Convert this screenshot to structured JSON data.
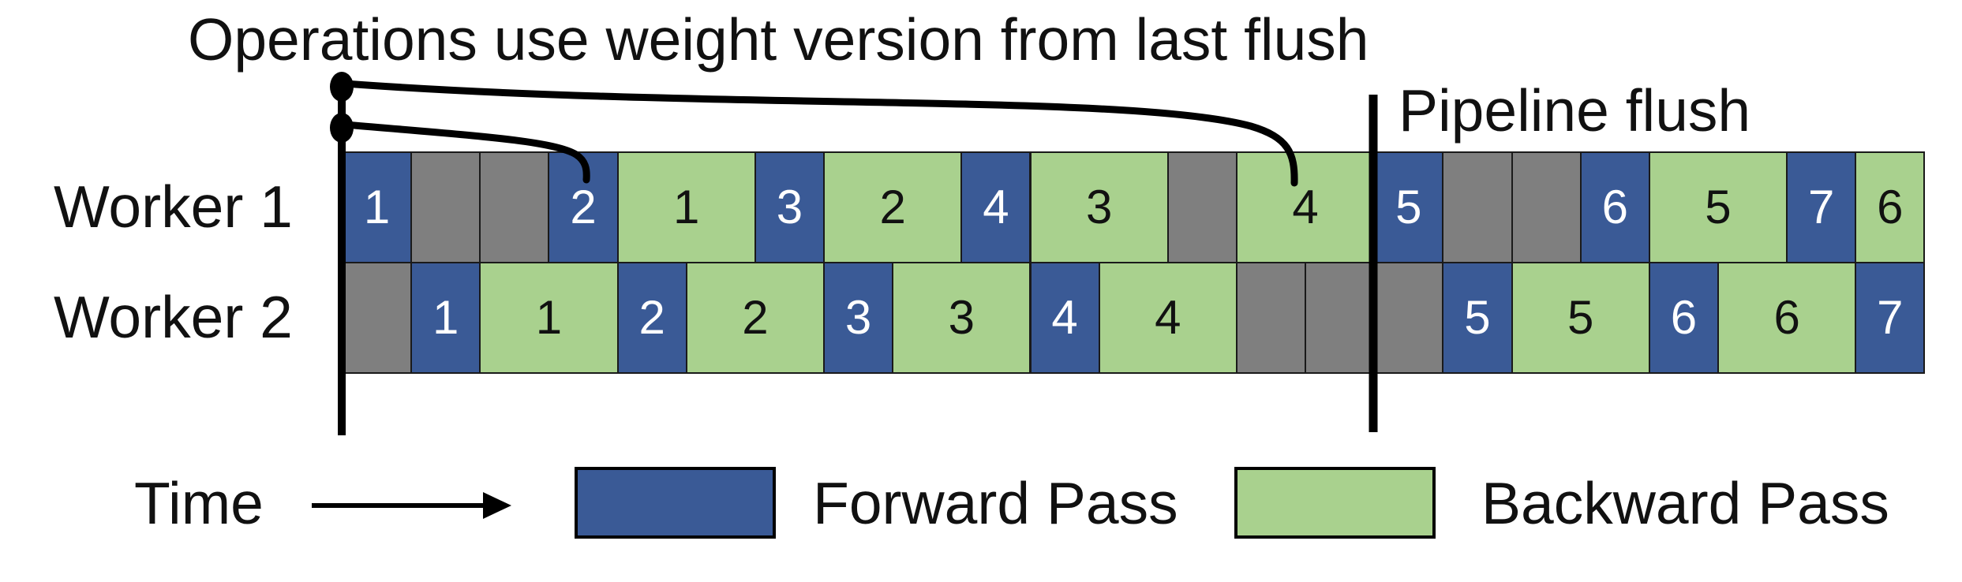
{
  "title": "Operations use weight version from last flush",
  "labels": {
    "pipeline_flush": "Pipeline flush",
    "time": "Time"
  },
  "legend": [
    {
      "type": "forward",
      "label": "Forward Pass"
    },
    {
      "type": "backward",
      "label": "Backward Pass"
    }
  ],
  "colors": {
    "forward": "#3A5A96",
    "backward": "#A9D18E",
    "idle": "#7F7F7F",
    "line": "#000000"
  },
  "flush_after_units": 15,
  "workers": [
    {
      "label": "Worker 1",
      "cells": [
        {
          "type": "forward",
          "label": "1",
          "units": 1
        },
        {
          "type": "idle",
          "label": "",
          "units": 1
        },
        {
          "type": "idle",
          "label": "",
          "units": 1
        },
        {
          "type": "forward",
          "label": "2",
          "units": 1
        },
        {
          "type": "backward",
          "label": "1",
          "units": 2
        },
        {
          "type": "forward",
          "label": "3",
          "units": 1
        },
        {
          "type": "backward",
          "label": "2",
          "units": 2
        },
        {
          "type": "forward",
          "label": "4",
          "units": 1
        },
        {
          "type": "backward",
          "label": "3",
          "units": 2
        },
        {
          "type": "idle",
          "label": "",
          "units": 1
        },
        {
          "type": "backward",
          "label": "4",
          "units": 2
        },
        {
          "type": "forward",
          "label": "5",
          "units": 1
        },
        {
          "type": "idle",
          "label": "",
          "units": 1
        },
        {
          "type": "idle",
          "label": "",
          "units": 1
        },
        {
          "type": "forward",
          "label": "6",
          "units": 1
        },
        {
          "type": "backward",
          "label": "5",
          "units": 2
        },
        {
          "type": "forward",
          "label": "7",
          "units": 1
        },
        {
          "type": "backward",
          "label": "6",
          "units": 1
        }
      ]
    },
    {
      "label": "Worker 2",
      "cells": [
        {
          "type": "idle",
          "label": "",
          "units": 1
        },
        {
          "type": "forward",
          "label": "1",
          "units": 1
        },
        {
          "type": "backward",
          "label": "1",
          "units": 2
        },
        {
          "type": "forward",
          "label": "2",
          "units": 1
        },
        {
          "type": "backward",
          "label": "2",
          "units": 2
        },
        {
          "type": "forward",
          "label": "3",
          "units": 1
        },
        {
          "type": "backward",
          "label": "3",
          "units": 2
        },
        {
          "type": "forward",
          "label": "4",
          "units": 1
        },
        {
          "type": "backward",
          "label": "4",
          "units": 2
        },
        {
          "type": "idle",
          "label": "",
          "units": 1
        },
        {
          "type": "idle",
          "label": "",
          "units": 1
        },
        {
          "type": "idle",
          "label": "",
          "units": 1
        },
        {
          "type": "forward",
          "label": "5",
          "units": 1
        },
        {
          "type": "backward",
          "label": "5",
          "units": 2
        },
        {
          "type": "forward",
          "label": "6",
          "units": 1
        },
        {
          "type": "backward",
          "label": "6",
          "units": 2
        },
        {
          "type": "forward",
          "label": "7",
          "units": 1
        }
      ]
    }
  ]
}
